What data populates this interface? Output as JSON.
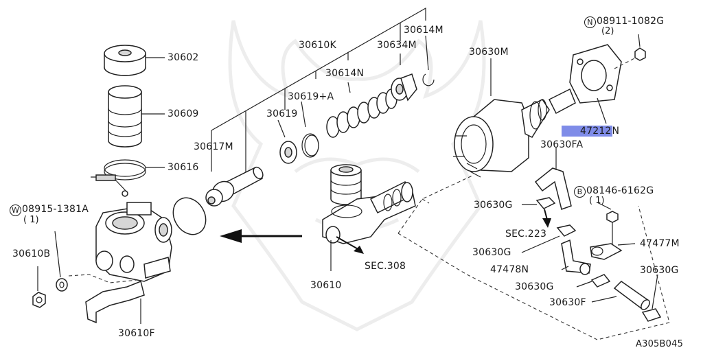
{
  "diagram_id": "A305B045",
  "parts": {
    "p30602": "30602",
    "p30609": "30609",
    "p30616": "30616",
    "p30610K": "30610K",
    "p30614M": "30614M",
    "p30634M": "30634M",
    "p30614N": "30614N",
    "p30619A": "30619+A",
    "p30619": "30619",
    "p30617M": "30617M",
    "p30630M": "30630M",
    "p47212N_hl": "47212",
    "p47212N_suffix": "N",
    "p30630FA": "30630FA",
    "p30630G_1": "30630G",
    "p30630G_2": "30630G",
    "p30630G_3": "30630G",
    "p30630G_4": "30630G",
    "p47477M": "47477M",
    "p47478N": "47478N",
    "p30630F": "30630F",
    "p30610B": "30610B",
    "p30610": "30610",
    "p30610F": "30610F"
  },
  "fasteners": {
    "n": {
      "symbol": "N",
      "part": "08911-1082G",
      "qty": "(2)"
    },
    "b": {
      "symbol": "B",
      "part": "08146-6162G",
      "qty": "( 1)"
    },
    "w": {
      "symbol": "W",
      "part": "08915-1381A",
      "qty": "( 1)"
    }
  },
  "sections": {
    "sec223": "SEC.223",
    "sec308": "SEC.308"
  },
  "colors": {
    "highlight": "#7f8ce8",
    "line": "#222222"
  }
}
